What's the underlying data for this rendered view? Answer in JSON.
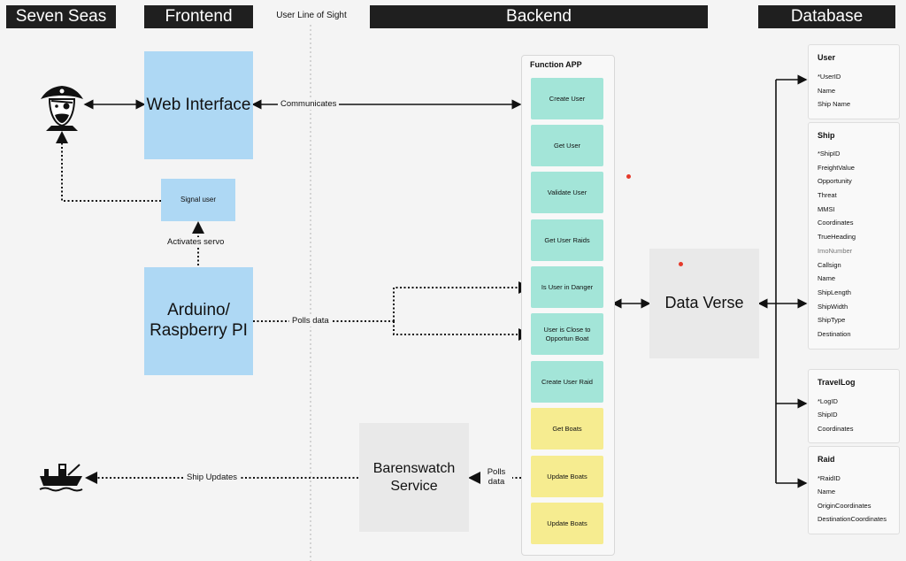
{
  "headers": {
    "seven_seas": "Seven Seas",
    "frontend": "Frontend",
    "backend": "Backend",
    "database": "Database"
  },
  "line_of_sight_label": "User Line of Sight",
  "frontend": {
    "web_interface": "Web Interface",
    "signal_user": "Signal user",
    "arduino": "Arduino/ Raspberry PI"
  },
  "connectors": {
    "communicates": "Communicates",
    "activates_servo": "Activates servo",
    "polls_data": "Polls data",
    "ship_updates": "Ship Updates",
    "polls_data_2": "Polls data"
  },
  "barenswatch": "Barenswatch Service",
  "data_verse": "Data Verse",
  "function_app": {
    "title": "Function APP",
    "functions": [
      {
        "label": "Create User",
        "color": "#a3e5d8"
      },
      {
        "label": "Get User",
        "color": "#a3e5d8"
      },
      {
        "label": "Validate User",
        "color": "#a3e5d8"
      },
      {
        "label": "Get User Raids",
        "color": "#a3e5d8"
      },
      {
        "label": "Is User in Danger",
        "color": "#a3e5d8"
      },
      {
        "label": "User is Close to Opportun Boat",
        "color": "#a3e5d8"
      },
      {
        "label": "Create User Raid",
        "color": "#a3e5d8"
      },
      {
        "label": "Get Boats",
        "color": "#f6ec90"
      },
      {
        "label": "Update Boats",
        "color": "#f6ec90"
      },
      {
        "label": "Update Boats",
        "color": "#f6ec90"
      }
    ]
  },
  "database": {
    "user": {
      "title": "User",
      "fields": [
        "*UserID",
        "Name",
        "Ship Name"
      ]
    },
    "ship": {
      "title": "Ship",
      "fields": [
        "*ShipID",
        "FreightValue",
        "Opportunity",
        "Threat",
        "MMSI",
        "Coordinates",
        "TrueHeading",
        "ImoNumber",
        "Callsign",
        "Name",
        "ShipLength",
        "ShipWidth",
        "ShipType",
        "Destination"
      ]
    },
    "travel_log": {
      "title": "TravelLog",
      "fields": [
        "*LogID",
        "ShipID",
        "Coordinates"
      ]
    },
    "raid": {
      "title": "Raid",
      "fields": [
        "*RaidID",
        "Name",
        "OriginCoordinates",
        "DestinationCoordinates"
      ]
    }
  },
  "icons": [
    "pirate-icon",
    "ship-icon"
  ],
  "colors": {
    "frontend_box": "#aed8f4",
    "function_teal": "#a3e5d8",
    "function_yellow": "#f6ec90",
    "highlight_red": "#e53a2b",
    "header_bg": "#1f1f1f"
  }
}
